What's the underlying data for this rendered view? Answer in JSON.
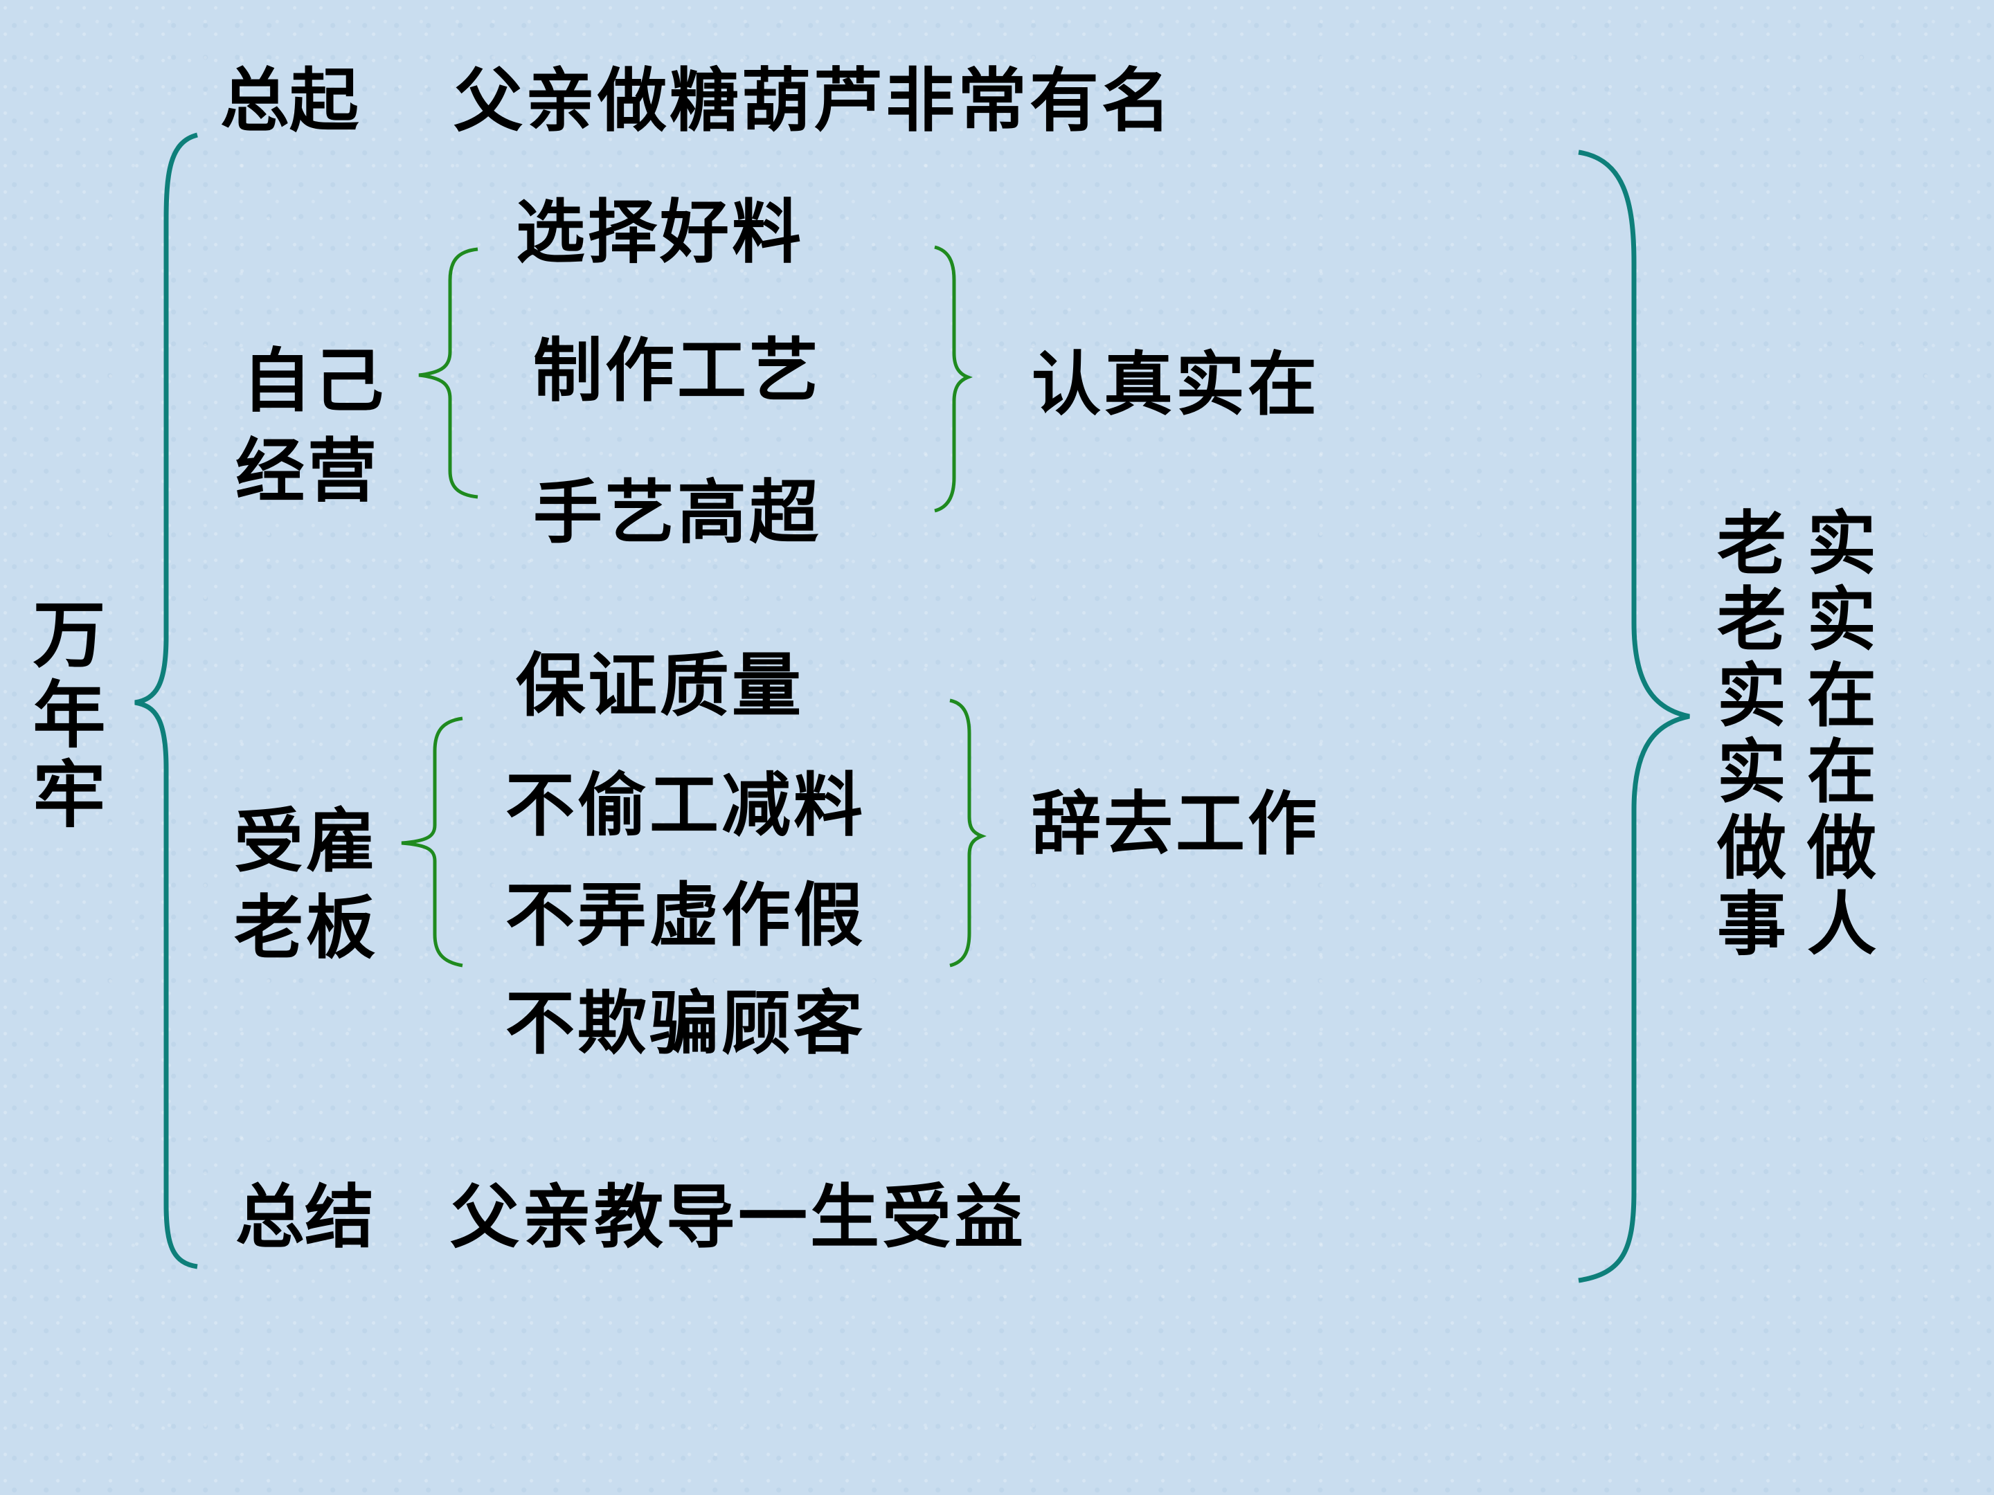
{
  "root": "万年牢",
  "intro": {
    "label": "总起",
    "text": "父亲做糖葫芦非常有名"
  },
  "self_business": {
    "label_line1": "自己",
    "label_line2": "经营",
    "items": [
      "选择好料",
      "制作工艺",
      "手艺高超"
    ],
    "summary": "认真实在"
  },
  "employed": {
    "label_line1": "受雇",
    "label_line2": "老板",
    "items": [
      "保证质量",
      "不偷工减料",
      "不弄虚作假",
      "不欺骗顾客"
    ],
    "summary": "辞去工作"
  },
  "conclusion": {
    "label": "总结",
    "text": "父亲教导一生受益"
  },
  "theme": {
    "col_left": "老老实实做事",
    "col_right": "实实在在做人"
  },
  "colors": {
    "outer_brace": "#0e7f7a",
    "inner_brace": "#1f8a1f",
    "text": "#000000"
  }
}
